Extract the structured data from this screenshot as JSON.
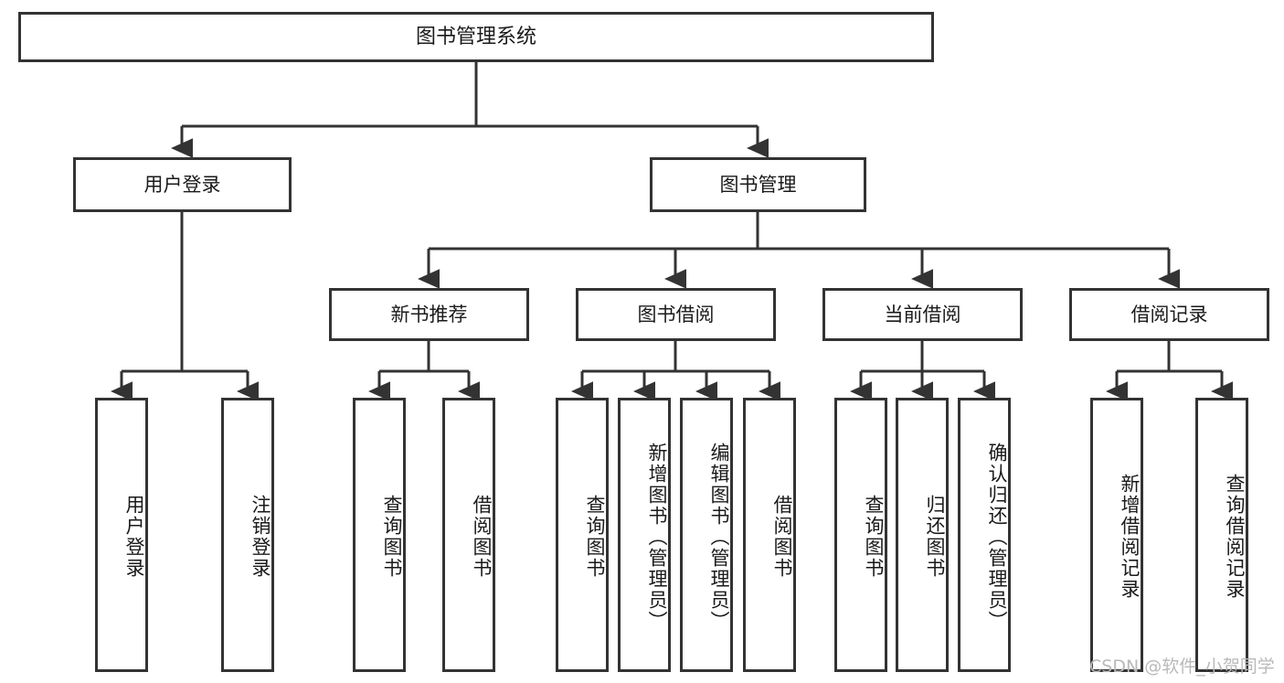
{
  "diagram": {
    "type": "tree",
    "title": "图书管理系统",
    "watermark": "CSDN @软件_小贺同学",
    "colors": {
      "box_border": "#333333",
      "box_fill": "#ffffff",
      "connector": "#333333",
      "text": "#1a1a1a",
      "watermark": "#b9b9b9",
      "background": "#ffffff"
    },
    "nodes": {
      "root": {
        "label": "图书管理系统"
      },
      "level1": [
        {
          "id": "user-login",
          "label": "用户登录"
        },
        {
          "id": "book-manage",
          "label": "图书管理"
        }
      ],
      "level2": [
        {
          "id": "new-book-recommend",
          "label": "新书推荐"
        },
        {
          "id": "book-borrow",
          "label": "图书借阅"
        },
        {
          "id": "current-borrow",
          "label": "当前借阅"
        },
        {
          "id": "borrow-record",
          "label": "借阅记录"
        }
      ],
      "leaves": {
        "user-login": [
          {
            "id": "leaf-user-login",
            "label": "用户登录"
          },
          {
            "id": "leaf-logout-login",
            "label": "注销登录"
          }
        ],
        "new-book-recommend": [
          {
            "id": "leaf-query-book-1",
            "label": "查询图书"
          },
          {
            "id": "leaf-borrow-book-1",
            "label": "借阅图书"
          }
        ],
        "book-borrow": [
          {
            "id": "leaf-query-book-2",
            "label": "查询图书"
          },
          {
            "id": "leaf-add-book",
            "label": "新增图书（管理员）"
          },
          {
            "id": "leaf-edit-book",
            "label": "编辑图书（管理员）"
          },
          {
            "id": "leaf-borrow-book-2",
            "label": "借阅图书"
          }
        ],
        "current-borrow": [
          {
            "id": "leaf-query-book-3",
            "label": "查询图书"
          },
          {
            "id": "leaf-return-book",
            "label": "归还图书"
          },
          {
            "id": "leaf-confirm-return",
            "label": "确认归还（管理员）"
          }
        ],
        "borrow-record": [
          {
            "id": "leaf-add-record",
            "label": "新增借阅记录"
          },
          {
            "id": "leaf-query-record",
            "label": "查询借阅记录"
          }
        ]
      }
    }
  }
}
